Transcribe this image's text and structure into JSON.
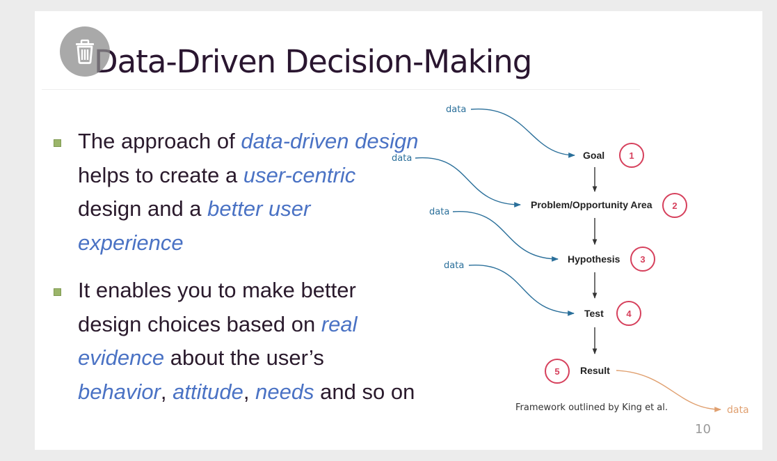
{
  "slide": {
    "title": "Data-Driven Decision-Making",
    "page_number": "10",
    "caption": "Framework outlined by King et al.",
    "trash_icon": "trash-icon"
  },
  "bullets": [
    {
      "segments": [
        {
          "text": "The approach of ",
          "em": false
        },
        {
          "text": "data-driven design",
          "em": true
        },
        {
          "text": " helps to create a ",
          "em": false
        },
        {
          "text": "user-centric",
          "em": true
        },
        {
          "text": " design and a ",
          "em": false
        },
        {
          "text": "better user experience",
          "em": true
        }
      ]
    },
    {
      "segments": [
        {
          "text": "It enables you to make better design choices based on ",
          "em": false
        },
        {
          "text": "real evidence",
          "em": true
        },
        {
          "text": " about the user’s ",
          "em": false
        },
        {
          "text": "behavior",
          "em": true
        },
        {
          "text": ", ",
          "em": false
        },
        {
          "text": "attitude",
          "em": true
        },
        {
          "text": ", ",
          "em": false
        },
        {
          "text": "needs",
          "em": true
        },
        {
          "text": " and so on",
          "em": false
        }
      ]
    }
  ],
  "diagram": {
    "steps": [
      {
        "number": "1",
        "label": "Goal"
      },
      {
        "number": "2",
        "label": "Problem/Opportunity Area"
      },
      {
        "number": "3",
        "label": "Hypothesis"
      },
      {
        "number": "4",
        "label": "Test"
      },
      {
        "number": "5",
        "label": "Result"
      }
    ],
    "input_label": "data",
    "output_label": "data",
    "colors": {
      "input_arrow": "#2a6f9a",
      "output_arrow": "#e0a070",
      "circle": "#d6405c",
      "accent": "#4a72c4",
      "bullet_marker": "#9bb56a"
    }
  }
}
